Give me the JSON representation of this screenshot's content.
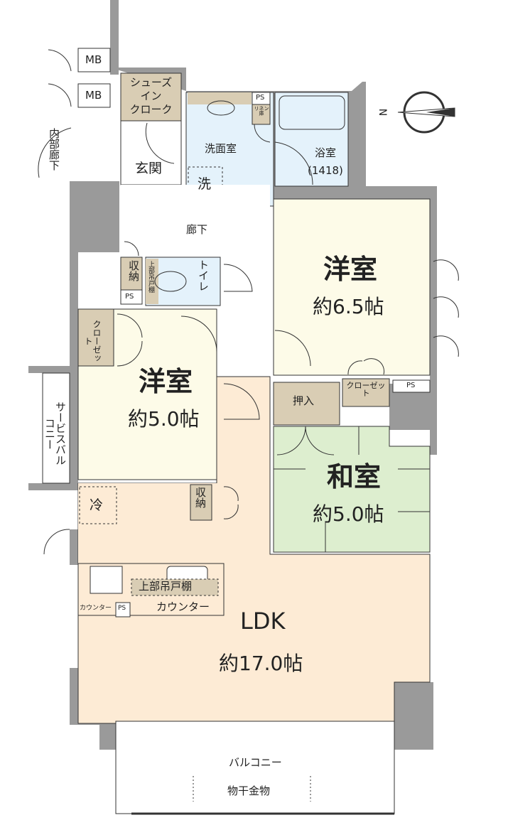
{
  "colors": {
    "wall": "#9a9a9a",
    "storage": "#d9cdb4",
    "wet_area": "#e4f2fb",
    "western_room": "#fdfbe8",
    "ldk": "#fdebd5",
    "japanese_room": "#ddeecf",
    "line": "#333333"
  },
  "labels": {
    "mb1": "MB",
    "mb2": "MB",
    "inner_corridor": "内部廊下",
    "shoes_in_closet": [
      "シューズ",
      "イン",
      "クローク"
    ],
    "entrance": "玄関",
    "washroom": "洗面室",
    "washer": "洗",
    "ps_wash": "PS",
    "linen": "リネン庫",
    "bathroom": "浴室",
    "bath_size": "(1418)",
    "hallway": "廊下",
    "toilet": "トイレ",
    "toilet_storage": "収納",
    "toilet_ps": "PS",
    "toilet_shelf": "上部吊戸棚",
    "closet_left": "クローゼット",
    "room1_name": "洋室",
    "room1_area": "約6.5帖",
    "room2_name": "洋室",
    "room2_area": "約5.0帖",
    "service_balcony": "サービスバルコニー",
    "oshiire": "押入",
    "closet_right": "クローゼット",
    "ps_right": "PS",
    "washitsu_name": "和室",
    "washitsu_area": "約5.0帖",
    "fridge": "冷",
    "ldk_storage": "収納",
    "upper_cabinet": "上部吊戸棚",
    "counter_small": "カウンター",
    "ps_kitchen": "PS",
    "counter": "カウンター",
    "ldk_name": "LDK",
    "ldk_area": "約17.0帖",
    "balcony": "バルコニー",
    "drying_hardware": "物干金物",
    "north": "N"
  }
}
